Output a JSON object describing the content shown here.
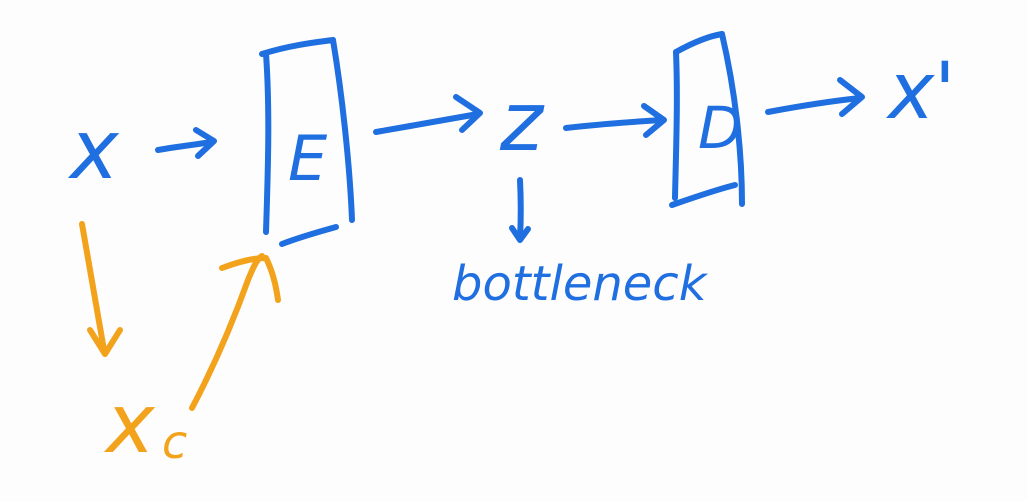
{
  "labels": {
    "input": "x",
    "encoder": "E",
    "latent": "z",
    "decoder": "D",
    "output": "x'",
    "bottleneck": "bottleneck",
    "corrupted": "x",
    "corrupted_subscript": "c"
  },
  "colors": {
    "blue": "#1f6fe0",
    "orange": "#f2a31b",
    "background": "#fdfdfd"
  },
  "icons": {
    "arrow": "hand-drawn-arrow",
    "box": "hand-drawn-box"
  }
}
